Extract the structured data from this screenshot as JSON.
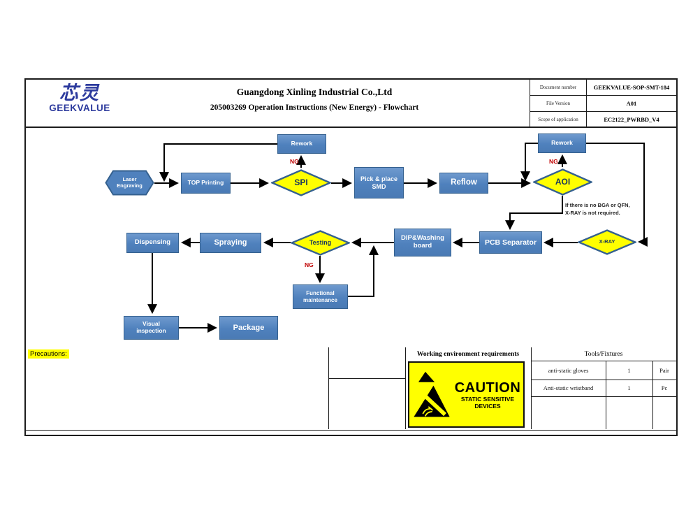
{
  "header": {
    "logo": {
      "cn": "芯灵",
      "en": "GEEKVALUE"
    },
    "company": "Guangdong Xinling Industrial Co.,Ltd",
    "doc_title": "205003269 Operation Instructions (New Energy) - Flowchart",
    "meta": {
      "rows": [
        {
          "label": "Document number",
          "value": "GEEKVALUE-SOP-SMT-184"
        },
        {
          "label": "File Version",
          "value": "A01"
        },
        {
          "label": "Scope of application",
          "value": "EC2122_PWRBD_V4"
        }
      ]
    }
  },
  "flowchart": {
    "nodes": {
      "laser": "Laser Engraving",
      "top_printing": "TOP Printing",
      "spi": "SPI",
      "rework1": "Rework",
      "pick_place": "Pick & place SMD",
      "reflow": "Reflow",
      "aoi": "AOI",
      "rework2": "Rework",
      "xray": "X-RAY",
      "pcb_separator": "PCB Separator",
      "dip_washing": "DIP&Washing board",
      "testing": "Testing",
      "spraying": "Spraying",
      "dispensing": "Dispensing",
      "functional": "Functional maintenance",
      "visual": "Visual inspection",
      "package": "Package"
    },
    "labels": {
      "ng1": "NG",
      "ng2": "NG",
      "ng3": "NG",
      "note_line1": "If there is no BGA or QFN,",
      "note_line2": "X-RAY is not required."
    },
    "colors": {
      "box_fill": "#4f81bd",
      "box_border": "#35618f",
      "diamond_fill": "#ffff00",
      "diamond_text": "#17365d",
      "ng_red": "#c00000",
      "logo_blue": "#2c3a9d"
    }
  },
  "footer": {
    "precautions_label": "Precautions:",
    "working_env_label": "Working environment requirements",
    "caution": {
      "title": "CAUTION",
      "line1": "STATIC SENSITIVE",
      "line2": "DEVICES"
    },
    "tools": {
      "header": "Tools/Fixtures",
      "rows": [
        {
          "name": "anti-static gloves",
          "qty": "1",
          "unit": "Pair"
        },
        {
          "name": "Anti-static wristband",
          "qty": "1",
          "unit": "Pc"
        },
        {
          "name": "",
          "qty": "",
          "unit": ""
        }
      ]
    }
  }
}
